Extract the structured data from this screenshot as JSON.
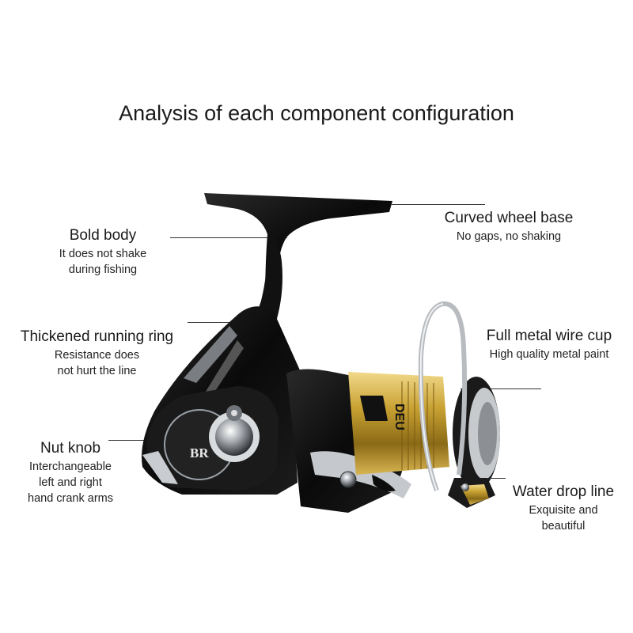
{
  "title": "Analysis of each component configuration",
  "labels": {
    "bold_body": {
      "heading": "Bold body",
      "sub": [
        "It does not shake",
        "during fishing"
      ]
    },
    "running_ring": {
      "heading": "Thickened running ring",
      "sub": [
        "Resistance does",
        "not hurt the line"
      ]
    },
    "nut_knob": {
      "heading": "Nut knob",
      "sub": [
        "Interchangeable",
        "left and right",
        "hand crank arms"
      ]
    },
    "wheel_base": {
      "heading": "Curved wheel base",
      "sub": [
        "No gaps, no shaking"
      ]
    },
    "wire_cup": {
      "heading": "Full metal wire cup",
      "sub": [
        "High quality metal paint"
      ]
    },
    "water_drop": {
      "heading": "Water drop line",
      "sub": [
        "Exquisite and",
        "beautiful"
      ]
    }
  },
  "reel_markings": {
    "badge": "BR",
    "spool_text": "DEU"
  },
  "colors": {
    "body": "#0d0d0d",
    "spool": "#c9a233",
    "chrome": "#b8bcc0",
    "accent_line": "#333333"
  }
}
